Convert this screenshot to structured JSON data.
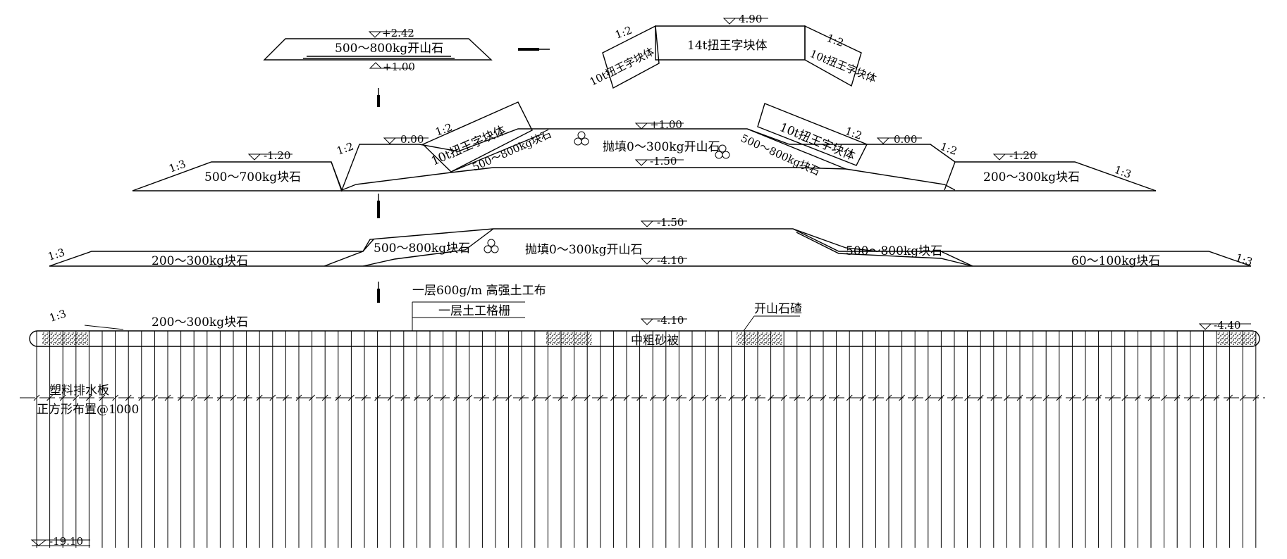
{
  "top_section": {
    "left_elev_top": "+2.42",
    "left_material": "500～800kg开山石",
    "left_elev_bottom": "+1.00",
    "crest_elev": "4.90",
    "crest_block": "14t扭王字块体",
    "left_slope": "1:2",
    "right_slope": "1:2",
    "left_block": "10t扭王字块体",
    "right_block": "10t扭王字块体"
  },
  "second_section": {
    "left_toe_slope": "1:3",
    "left_toe_elev": "-1.20",
    "left_toe_material": "500～700kg块石",
    "left_slope_a": "1:2",
    "left_slope_b": "1:2",
    "left_berm_elev": "0.00",
    "left_block": "10t扭王字块体",
    "left_armor": "500～800kg块石",
    "core_top_elev": "+1.00",
    "core_material": "抛填0～300kg开山石",
    "core_bottom_elev": "-1.50",
    "right_armor": "500～800kg块石",
    "right_block": "10t扭王字块体",
    "right_slope_a": "1:2",
    "right_berm_elev": "0.00",
    "right_slope_b": "1:2",
    "right_toe_elev": "-1.20",
    "right_toe_material": "200～300kg块石",
    "right_toe_slope": "1:3"
  },
  "third_section": {
    "left_slope": "1:3",
    "left_material": "200～300kg块石",
    "left_armor": "500～800kg块石",
    "top_elev": "-1.50",
    "core_material": "抛填0～300kg开山石",
    "bottom_elev": "-4.10",
    "right_armor": "500～800kg块石",
    "right_material": "60～100kg块石",
    "right_slope": "1:3"
  },
  "foundation": {
    "geotextile": "一层600g/m 高强土工布",
    "geogrid": "一层土工格栅",
    "left_slope": "1:3",
    "left_material": "200～300kg块石",
    "top_elev": "-4.10",
    "quarry_ballast": "开山石碴",
    "sand_cushion": "中粗砂被",
    "right_elev": "-4.40",
    "drain_board": "塑料排水板",
    "drain_layout": "正方形布置@1000",
    "bottom_elev": "-19.10"
  }
}
